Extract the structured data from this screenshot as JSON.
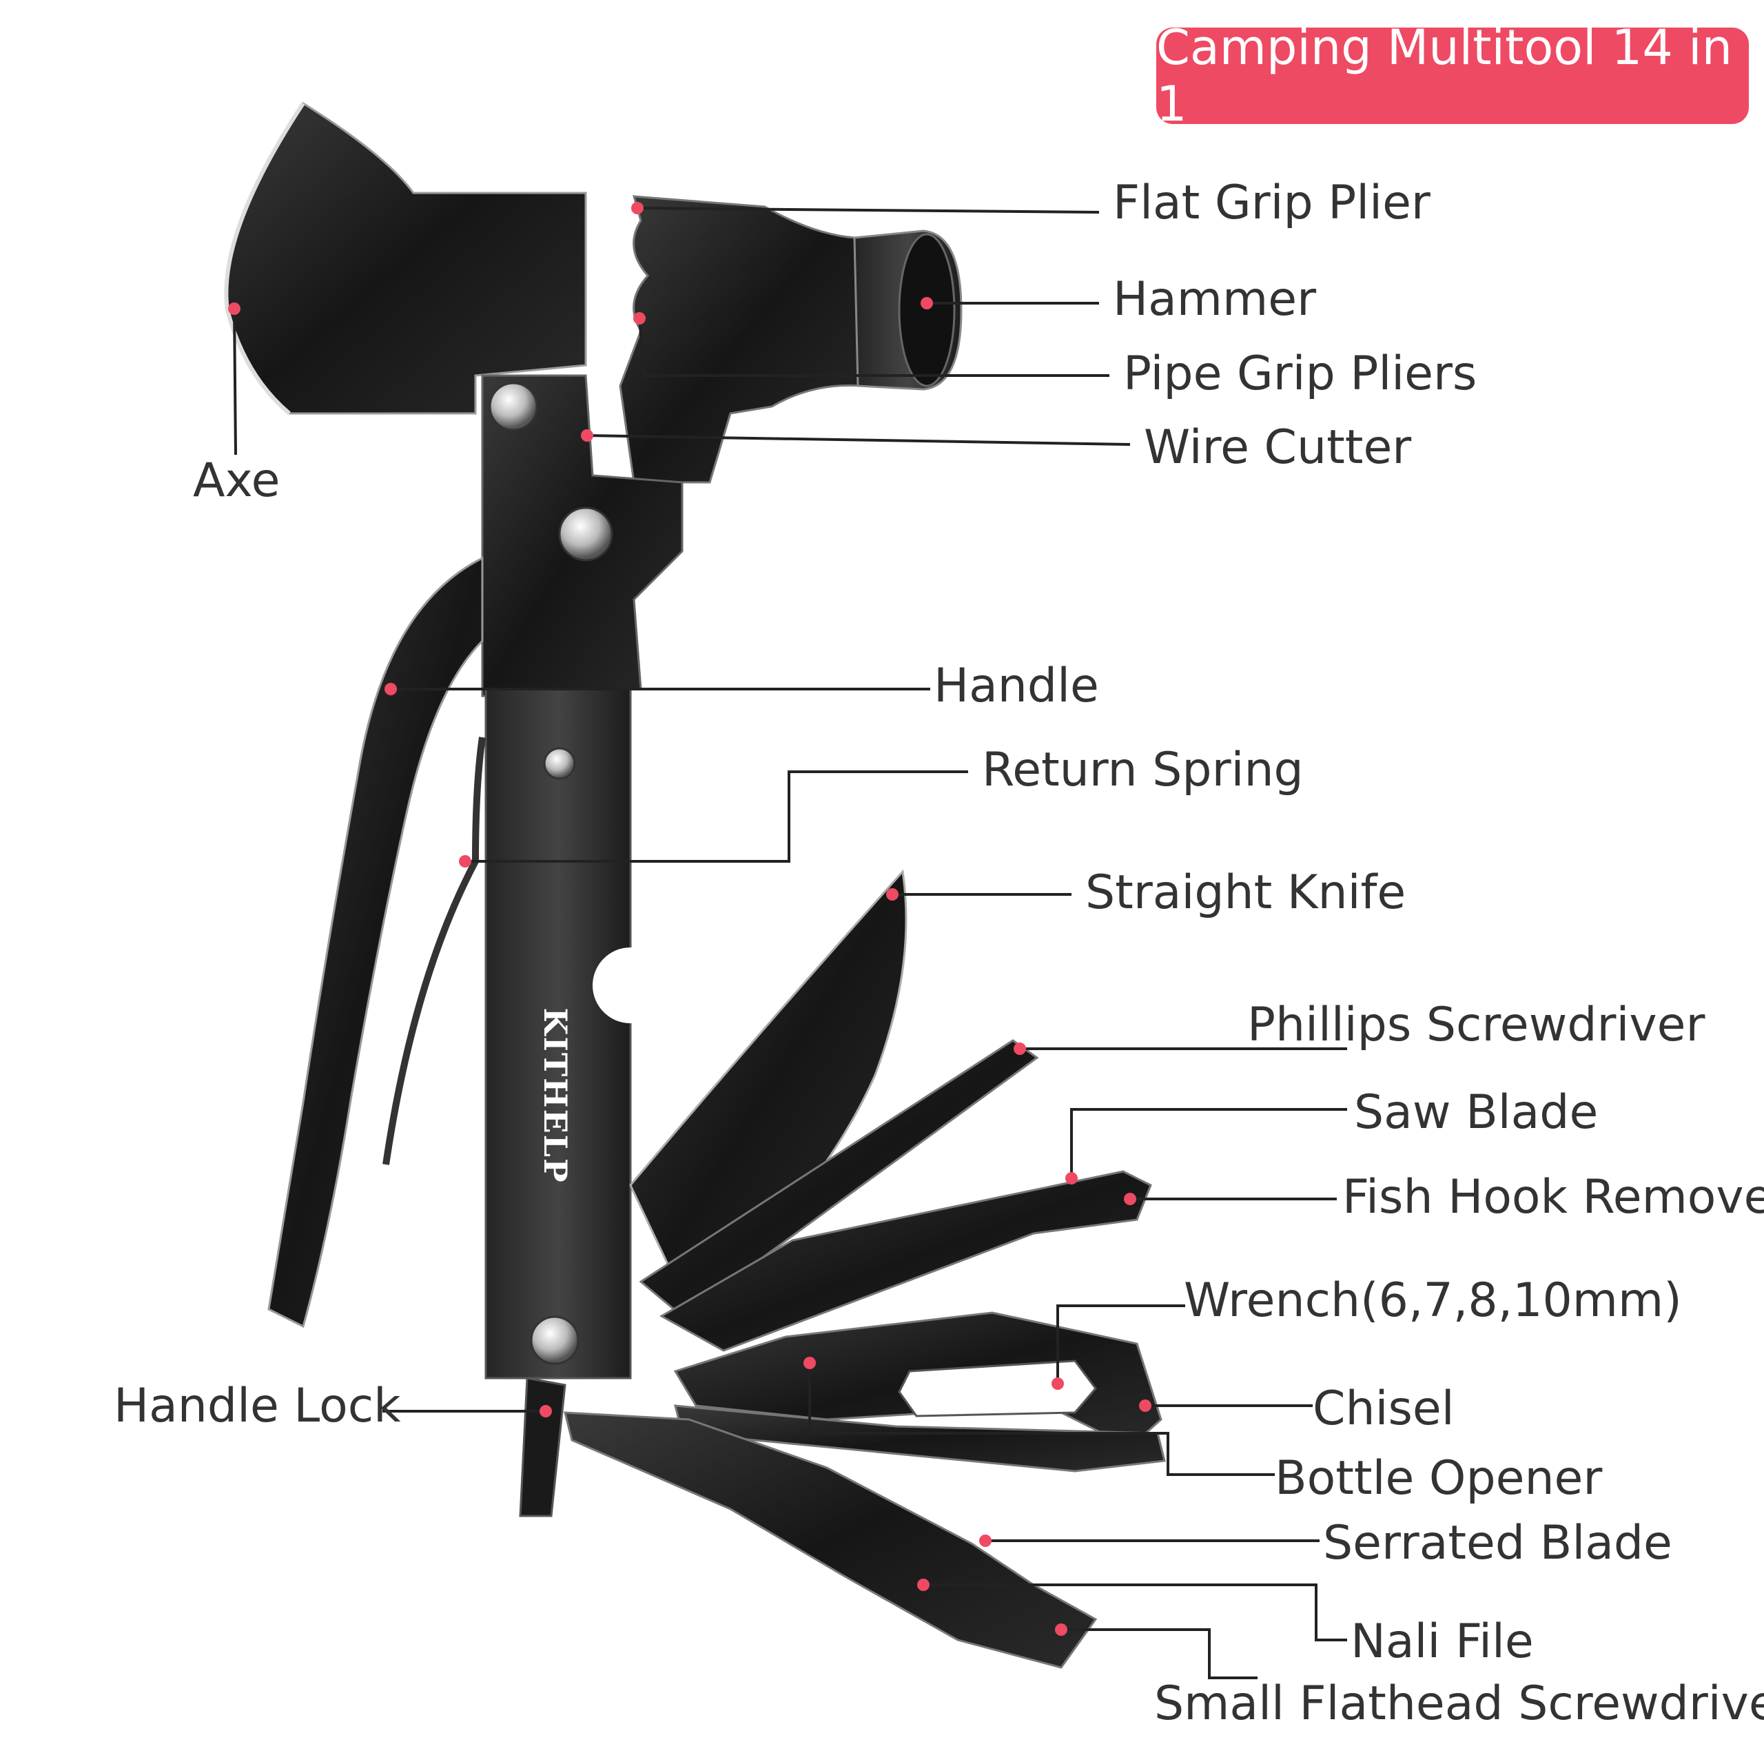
{
  "title": "Camping Multitool 14 in 1",
  "brand": "KITHELP",
  "colors": {
    "accent": "#ee4a63",
    "tool": "#1a1a1a",
    "label": "#333333",
    "line": "#222222"
  },
  "labels": {
    "flat_grip_plier": "Flat Grip Plier",
    "hammer": "Hammer",
    "pipe_grip_pliers": "Pipe Grip Pliers",
    "wire_cutter": "Wire Cutter",
    "axe": "Axe",
    "handle": "Handle",
    "return_spring": "Return Spring",
    "straight_knife": "Straight Knife",
    "phillips_screwdriver": "Phillips Screwdriver",
    "saw_blade": "Saw Blade",
    "fish_hook_remover": "Fish Hook Remover",
    "wrench": "Wrench(6,7,8,10mm)",
    "handle_lock": "Handle Lock",
    "chisel": "Chisel",
    "bottle_opener": "Bottle Opener",
    "serrated_blade": "Serrated Blade",
    "nail_file": "Nali File",
    "small_flathead_screwdriver": "Small Flathead Screwdriver"
  }
}
